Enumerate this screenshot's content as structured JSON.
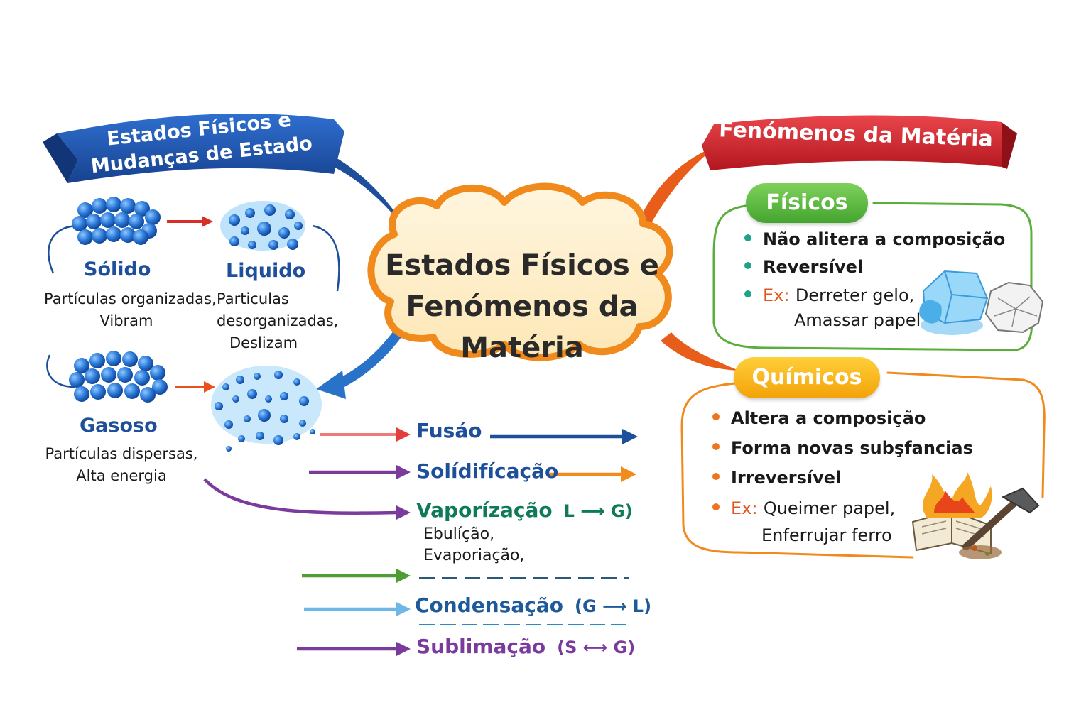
{
  "center": {
    "line1": "Estados Físicos e",
    "line2": "Fenómenos da Matéria"
  },
  "left_banner": {
    "line1": "Estados Físicos e",
    "line2": "Mudanças de Estado"
  },
  "right_banner": {
    "title": "Fenómenos da Matéria"
  },
  "states": {
    "solido": {
      "name": "Sólido",
      "desc1": "Partículas organizadas,",
      "desc2": "Vibram"
    },
    "liquido": {
      "name": "Liquido",
      "desc1": "Particulas",
      "desc2": "desorganizadas,",
      "desc3": "Deslizam"
    },
    "gasoso": {
      "name": "Gasoso",
      "desc1": "Partículas dispersas,",
      "desc2": "Alta energia"
    }
  },
  "processes": {
    "fusao": {
      "label": "Fusáo"
    },
    "solidificacao": {
      "label": "Solídifícação"
    },
    "vaporizacao": {
      "label": "Vaporízação",
      "formula": "L ⟶ G)",
      "sub1": "Ebulíção,",
      "sub2": "Evaporiação,"
    },
    "condensacao": {
      "label": "Condensação",
      "formula": "(G ⟶ L)"
    },
    "sublimacao": {
      "label": "Sublimação",
      "formula": "(S ⟷ G)"
    }
  },
  "fisicos": {
    "title": "Físicos",
    "item1": "Não alitera a composição",
    "item2": "Reversível",
    "ex_label": "Ex:",
    "ex1": "Derreter gelo,",
    "ex2": "Amassar papel"
  },
  "quimicos": {
    "title": "Químicos",
    "item1": "Altera a composição",
    "item2": "Forma novas subşfancias",
    "item3": "Irreversível",
    "ex_label": "Ex:",
    "ex1": "Queimer papel,",
    "ex2": "Enferrujar ferro"
  },
  "colors": {
    "blue": "#1e4f9a",
    "red_banner": "#c8262d",
    "orange": "#f08a1c",
    "green": "#5aae3a",
    "purple": "#7a3b9c",
    "teal": "#0f7a5a",
    "light_blue": "#6fb7e6"
  }
}
